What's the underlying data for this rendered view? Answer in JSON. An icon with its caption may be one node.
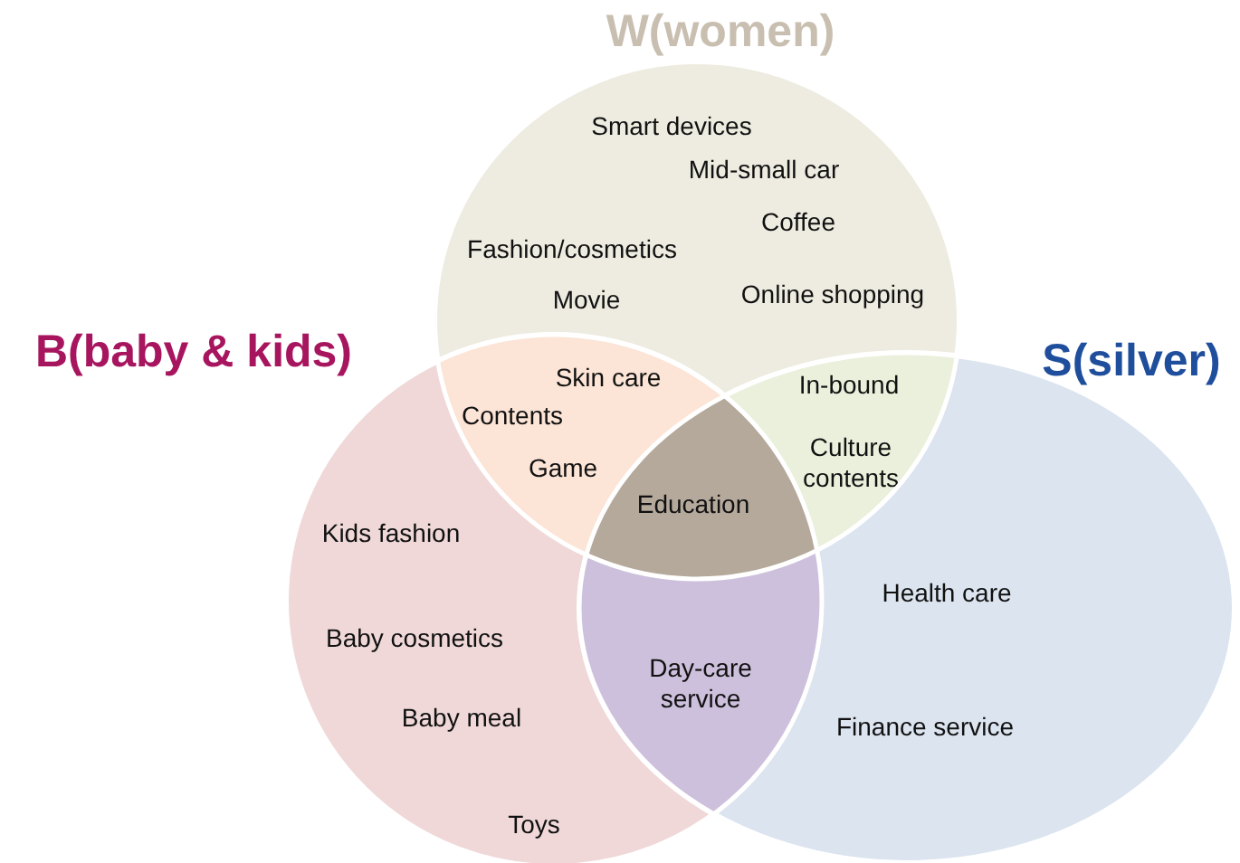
{
  "diagram": {
    "nodes": [
      {
        "text": [
          "W(women)",
          "Smart devices",
          "Mid-small car",
          "Coffee",
          "Fashion/cosmetics",
          "Movie",
          "Online shopping"
        ]
      },
      {
        "text": [
          "B(baby & kids)",
          "Kids fashion",
          "Baby cosmetics",
          "Baby meal",
          "Toys"
        ]
      },
      {
        "text": [
          "S(silver)",
          "Health care",
          "Finance service"
        ]
      },
      {
        "text": [
          "Skin care",
          "Contents",
          "Game"
        ]
      },
      {
        "text": [
          "In-bound",
          "Culture contents"
        ]
      },
      {
        "text": [
          "Day-care service"
        ]
      },
      {
        "text": [
          "Education"
        ]
      }
    ]
  }
}
